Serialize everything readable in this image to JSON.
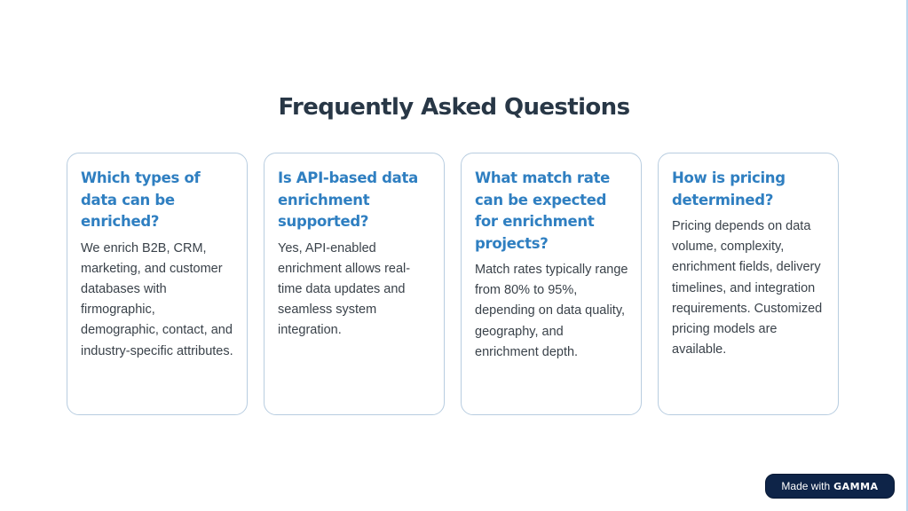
{
  "title": "Frequently Asked Questions",
  "faqs": [
    {
      "question": "Which types of data can be enriched?",
      "answer": "We enrich B2B, CRM, marketing, and customer databases with firmographic, demographic, contact, and industry-specific attributes."
    },
    {
      "question": "Is API-based data enrichment supported?",
      "answer": "Yes, API-enabled enrichment allows real-time data updates and seamless system integration."
    },
    {
      "question": "What match rate can be expected for enrichment projects?",
      "answer": "Match rates typically range from 80% to 95%, depending on data quality, geography, and enrichment depth."
    },
    {
      "question": "How is pricing determined?",
      "answer": "Pricing depends on data volume, complexity, enrichment fields, delivery timelines, and integration requirements. Customized pricing models are available."
    }
  ],
  "badge": {
    "prefix": "Made with",
    "brand": "GAMMA"
  },
  "colors": {
    "title": "#283746",
    "question": "#2f7fc1",
    "card_border": "#b8cde0",
    "badge_bg": "#0e2448"
  }
}
